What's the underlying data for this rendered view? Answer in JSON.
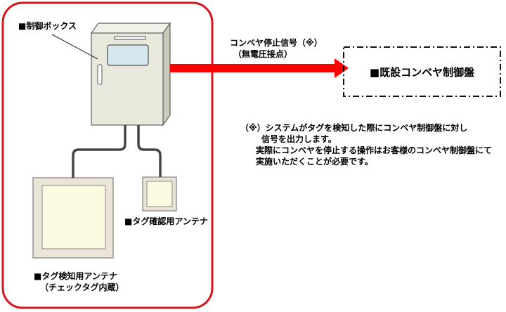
{
  "labels": {
    "control_box": "■制御ボックス",
    "confirm_antenna": "■タグ確認用アンテナ",
    "detect_antenna": "■タグ検知用アンテナ",
    "detect_antenna_sub": "（チェックタグ内蔵）",
    "signal_line1": "コンベヤ停止信号（※）",
    "signal_line2": "（無電圧接点）",
    "existing_panel": "■既設コンベヤ制御盤"
  },
  "note": {
    "line1": "（※）システムがタグを検知した際にコンベヤ制御盤に対し",
    "line2": "信号を出力します。",
    "line3": "実際にコンベヤを停止する操作はお客様のコンベヤ制御盤にて",
    "line4": "実施いただくことが必要です。"
  },
  "colors": {
    "enclosure_border": "#d8141c",
    "signal_arrow": "#ff0000",
    "box_fill": "#e8e8dd",
    "antenna_frame": "#eae5d8",
    "antenna_inner": "#fcfbe2"
  }
}
